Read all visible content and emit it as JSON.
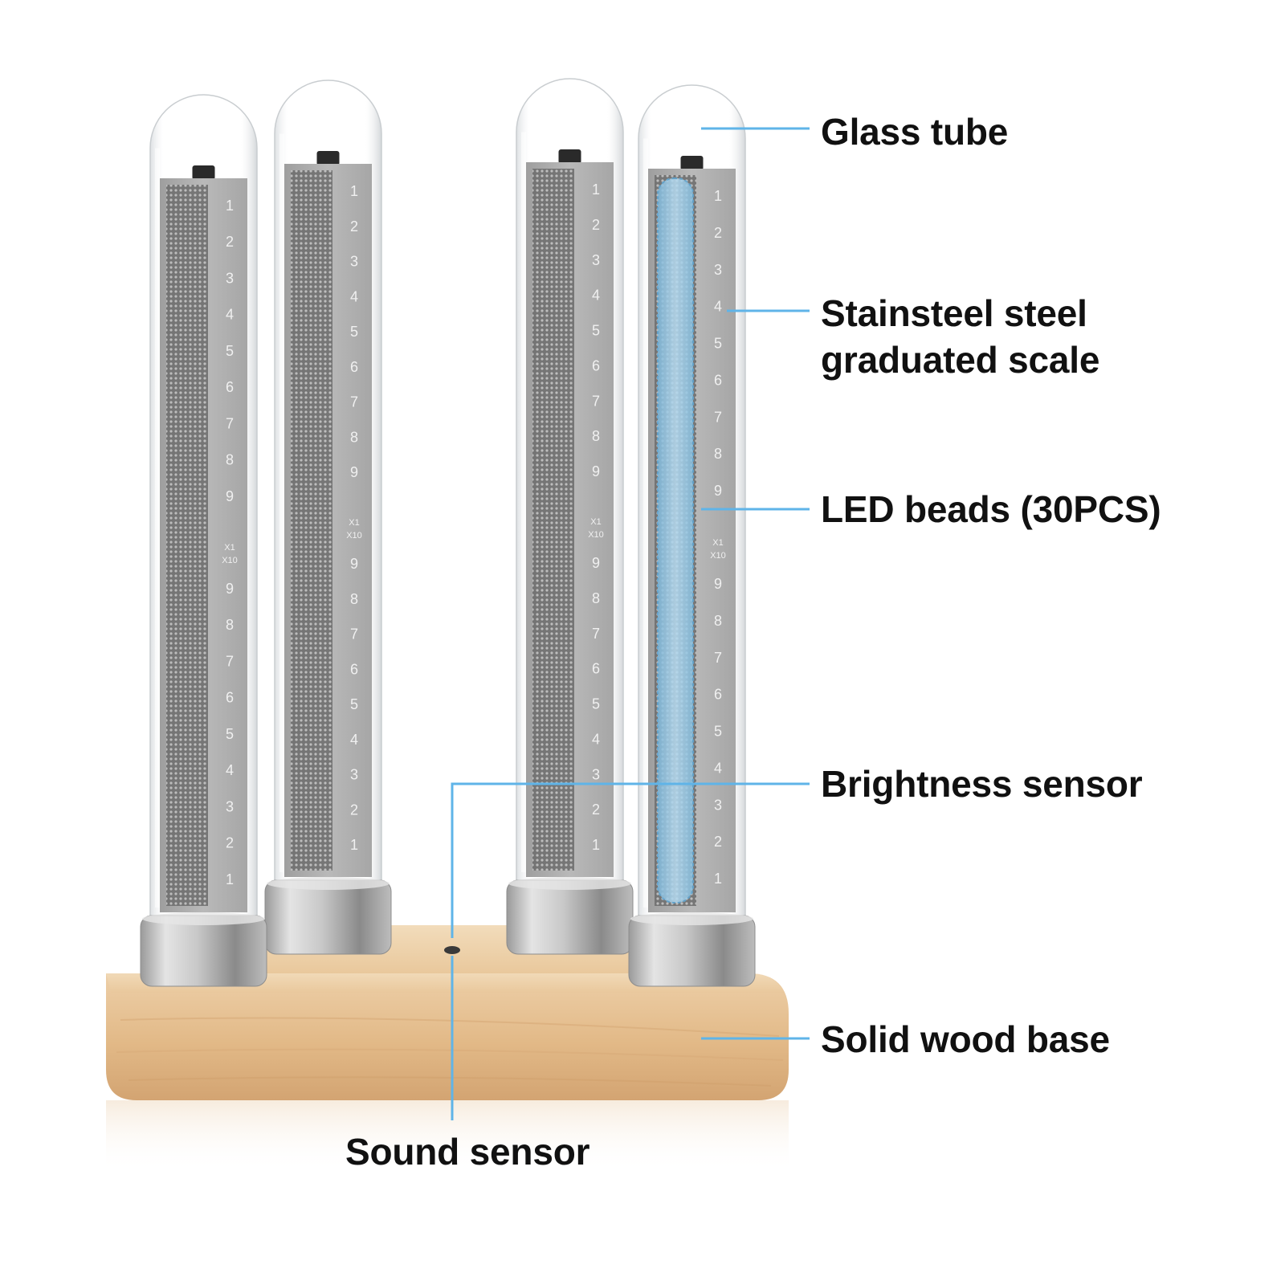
{
  "labels": {
    "glass_tube": "Glass tube",
    "scale_line1": "Stainsteel steel",
    "scale_line2": "graduated scale",
    "led_beads": "LED beads (30PCS)",
    "brightness_sensor": "Brightness sensor",
    "solid_wood_base": "Solid wood base",
    "sound_sensor": "Sound sensor"
  },
  "scale": {
    "upper": [
      "1",
      "2",
      "3",
      "4",
      "5",
      "6",
      "7",
      "8",
      "9"
    ],
    "lower": [
      "9",
      "8",
      "7",
      "6",
      "5",
      "4",
      "3",
      "2",
      "1"
    ],
    "x1": "X1",
    "x10": "X10"
  },
  "colors": {
    "callout_line": "#5fb4e8",
    "wood": "#e7c49c",
    "wood_dark": "#cf9f6c",
    "steel": "#b8b8b8",
    "steel_dark": "#8f8f8f",
    "led_glow": "#9ccbe8",
    "text": "#111111"
  },
  "tubes_count": 4,
  "led_glow_on_tube": 4
}
